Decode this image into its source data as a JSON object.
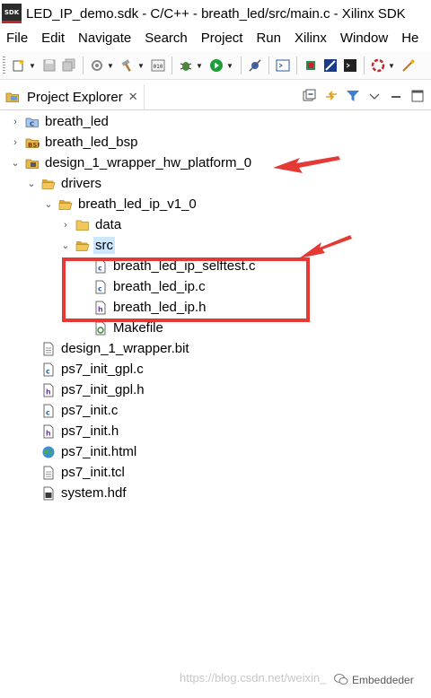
{
  "window": {
    "app_logo": "SDK",
    "title": "LED_IP_demo.sdk - C/C++ - breath_led/src/main.c - Xilinx SDK"
  },
  "menubar": {
    "items": [
      "File",
      "Edit",
      "Navigate",
      "Search",
      "Project",
      "Run",
      "Xilinx",
      "Window",
      "He"
    ]
  },
  "view": {
    "tab_label": "Project Explorer",
    "tab_close": "✕"
  },
  "tree": {
    "items": [
      {
        "label": "breath_led",
        "twisty": "›",
        "icon": "c-project-icon"
      },
      {
        "label": "breath_led_bsp",
        "twisty": "›",
        "icon": "bsp-project-icon"
      },
      {
        "label": "design_1_wrapper_hw_platform_0",
        "twisty": "⌄",
        "icon": "hw-platform-icon"
      },
      {
        "label": "drivers",
        "twisty": "⌄",
        "icon": "folder-open-icon"
      },
      {
        "label": "breath_led_ip_v1_0",
        "twisty": "⌄",
        "icon": "folder-open-icon"
      },
      {
        "label": "data",
        "twisty": "›",
        "icon": "folder-icon"
      },
      {
        "label": "src",
        "twisty": "⌄",
        "icon": "folder-open-icon"
      },
      {
        "label": "breath_led_ip_selftest.c",
        "twisty": "",
        "icon": "c-file-icon"
      },
      {
        "label": "breath_led_ip.c",
        "twisty": "",
        "icon": "c-file-icon"
      },
      {
        "label": "breath_led_ip.h",
        "twisty": "",
        "icon": "h-file-icon"
      },
      {
        "label": "Makefile",
        "twisty": "",
        "icon": "makefile-icon"
      },
      {
        "label": "design_1_wrapper.bit",
        "twisty": "",
        "icon": "file-icon"
      },
      {
        "label": "ps7_init_gpl.c",
        "twisty": "",
        "icon": "c-file-icon"
      },
      {
        "label": "ps7_init_gpl.h",
        "twisty": "",
        "icon": "h-file-icon"
      },
      {
        "label": "ps7_init.c",
        "twisty": "",
        "icon": "c-file-icon"
      },
      {
        "label": "ps7_init.h",
        "twisty": "",
        "icon": "h-file-icon"
      },
      {
        "label": "ps7_init.html",
        "twisty": "",
        "icon": "html-file-icon"
      },
      {
        "label": "ps7_init.tcl",
        "twisty": "",
        "icon": "file-icon"
      },
      {
        "label": "system.hdf",
        "twisty": "",
        "icon": "hdf-file-icon"
      }
    ]
  },
  "watermark": {
    "url": "https://blog.csdn.net/weixin_",
    "brand": "Embeddeder"
  },
  "colors": {
    "annotation": "#e53935",
    "selection": "#cce8ff",
    "folder": "#e8b84a"
  }
}
